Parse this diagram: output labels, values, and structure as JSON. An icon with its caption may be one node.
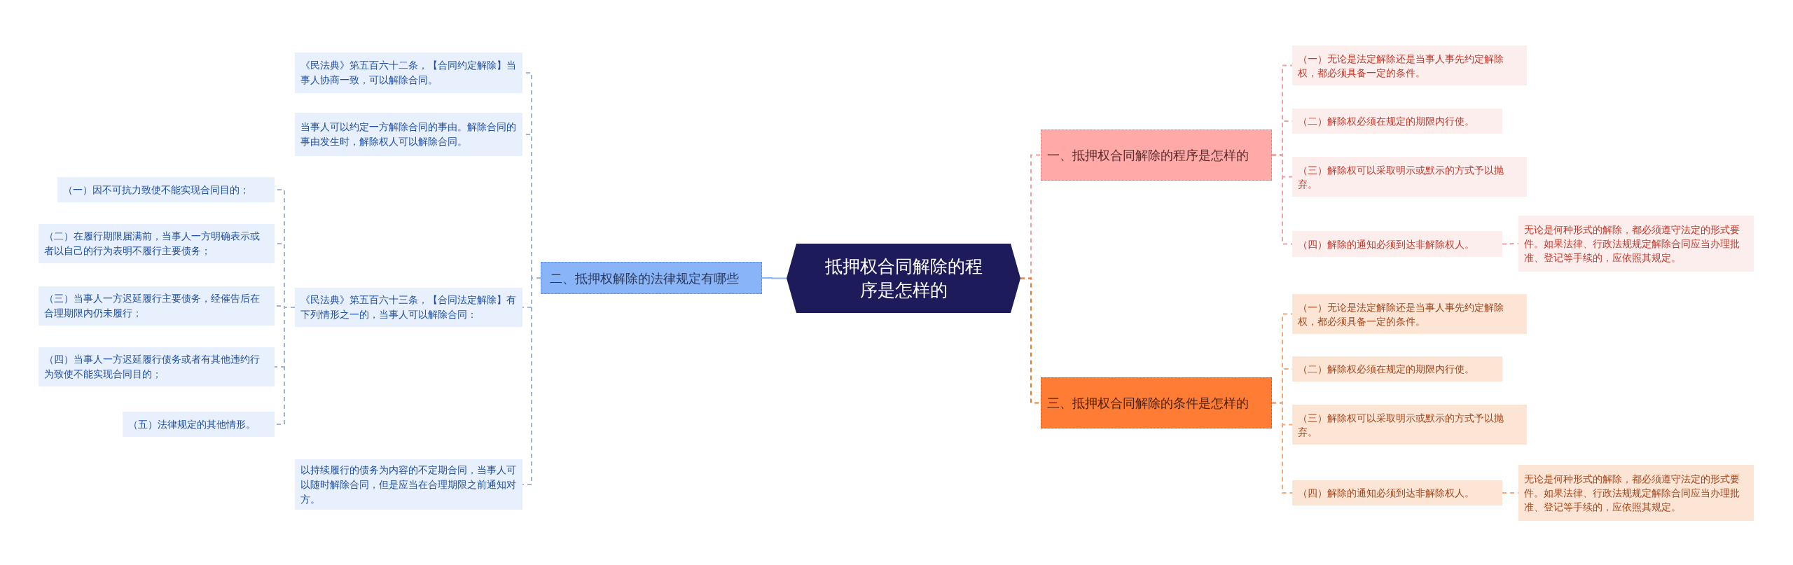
{
  "diagram": {
    "nodes": [
      {
        "text": [
          "抵押权合同解除的程序是怎样的"
        ]
      },
      {
        "text": [
          "二、抵押权解除的法律规定有哪些"
        ]
      },
      {
        "text": [
          "《民法典》第五百六十二条，【合同约定解除】当事人协商一致，可以解除合同。"
        ]
      },
      {
        "text": [
          "当事人可以约定一方解除合同的事由。解除合同的事由发生时，解除权人可以解除合同。"
        ]
      },
      {
        "text": [
          "《民法典》第五百六十三条，【合同法定解除】有下列情形之一的，当事人可以解除合同："
        ]
      },
      {
        "text": [
          "以持续履行的债务为内容的不定期合同，当事人可以随时解除合同，但是应当在合理期限之前通知对方。"
        ]
      },
      {
        "text": [
          "（一）因不可抗力致使不能实现合同目的；"
        ]
      },
      {
        "text": [
          "（二）在履行期限届满前，当事人一方明确表示或者以自己的行为表明不履行主要债务；"
        ]
      },
      {
        "text": [
          "（三）当事人一方迟延履行主要债务，经催告后在合理期限内仍未履行；"
        ]
      },
      {
        "text": [
          "（四）当事人一方迟延履行债务或者有其他违约行为致使不能实现合同目的；"
        ]
      },
      {
        "text": [
          "（五）法律规定的其他情形。"
        ]
      },
      {
        "text": [
          "一、抵押权合同解除的程序是怎样的"
        ]
      },
      {
        "text": [
          "（一）无论是法定解除还是当事人事先约定解除权，都必须具备一定的条件。"
        ]
      },
      {
        "text": [
          "（二）解除权必须在规定的期限内行使。"
        ]
      },
      {
        "text": [
          "（三）解除权可以采取明示或默示的方式予以抛弃。"
        ]
      },
      {
        "text": [
          "（四）解除的通知必须到达非解除权人。"
        ]
      },
      {
        "text": [
          "无论是何种形式的解除，都必须遵守法定的形式要件。如果法律、行政法规规定解除合同应当办理批准、登记等手续的，应依照其规定。"
        ]
      },
      {
        "text": [
          "三、抵押权合同解除的条件是怎样的"
        ]
      },
      {
        "text": [
          "（一）无论是法定解除还是当事人事先约定解除权，都必须具备一定的条件。"
        ]
      },
      {
        "text": [
          "（二）解除权必须在规定的期限内行使。"
        ]
      },
      {
        "text": [
          "（三）解除权可以采取明示或默示的方式予以抛弃。"
        ]
      },
      {
        "text": [
          "（四）解除的通知必须到达非解除权人。"
        ]
      },
      {
        "text": [
          "无论是何种形式的解除，都必须遵守法定的形式要件。如果法律、行政法规规定解除合同应当办理批准、登记等手续的，应依照其规定。"
        ]
      }
    ],
    "edges": [
      {
        "from": 0,
        "to": 1,
        "arrow": "none",
        "color": "#8ab4f8"
      },
      {
        "from": 1,
        "to": 2,
        "arrow": "none",
        "style": "dashed",
        "color": "#9fb4d6"
      },
      {
        "from": 1,
        "to": 3,
        "arrow": "none",
        "style": "dashed",
        "color": "#9fb4d6"
      },
      {
        "from": 1,
        "to": 4,
        "arrow": "none",
        "style": "dashed",
        "color": "#9fb4d6"
      },
      {
        "from": 1,
        "to": 5,
        "arrow": "none",
        "style": "dashed",
        "color": "#9fb4d6"
      },
      {
        "from": 4,
        "to": 6,
        "arrow": "none",
        "style": "dashed",
        "color": "#9fb4d6"
      },
      {
        "from": 4,
        "to": 7,
        "arrow": "none",
        "style": "dashed",
        "color": "#9fb4d6"
      },
      {
        "from": 4,
        "to": 8,
        "arrow": "none",
        "style": "dashed",
        "color": "#9fb4d6"
      },
      {
        "from": 4,
        "to": 9,
        "arrow": "none",
        "style": "dashed",
        "color": "#9fb4d6"
      },
      {
        "from": 4,
        "to": 10,
        "arrow": "none",
        "style": "dashed",
        "color": "#9fb4d6"
      },
      {
        "from": 0,
        "to": 11,
        "arrow": "none",
        "style": "dashed",
        "color": "#f0a0a0"
      },
      {
        "from": 11,
        "to": 12,
        "arrow": "none",
        "style": "dashed",
        "color": "#f0a0a0"
      },
      {
        "from": 11,
        "to": 13,
        "arrow": "none",
        "style": "dashed",
        "color": "#f0a0a0"
      },
      {
        "from": 11,
        "to": 14,
        "arrow": "none",
        "style": "dashed",
        "color": "#f0a0a0"
      },
      {
        "from": 11,
        "to": 15,
        "arrow": "none",
        "style": "dashed",
        "color": "#f0a0a0"
      },
      {
        "from": 15,
        "to": 16,
        "arrow": "none",
        "style": "dashed",
        "color": "#f0a0a0"
      },
      {
        "from": 0,
        "to": 17,
        "arrow": "none",
        "style": "dashed",
        "color": "#f07a2a"
      },
      {
        "from": 17,
        "to": 18,
        "arrow": "none",
        "style": "dashed",
        "color": "#f0a878"
      },
      {
        "from": 17,
        "to": 19,
        "arrow": "none",
        "style": "dashed",
        "color": "#f0a878"
      },
      {
        "from": 17,
        "to": 20,
        "arrow": "none",
        "style": "dashed",
        "color": "#f0a878"
      },
      {
        "from": 17,
        "to": 21,
        "arrow": "none",
        "style": "dashed",
        "color": "#f0a878"
      },
      {
        "from": 21,
        "to": 22,
        "arrow": "none",
        "style": "dashed",
        "color": "#f0a878"
      }
    ]
  }
}
